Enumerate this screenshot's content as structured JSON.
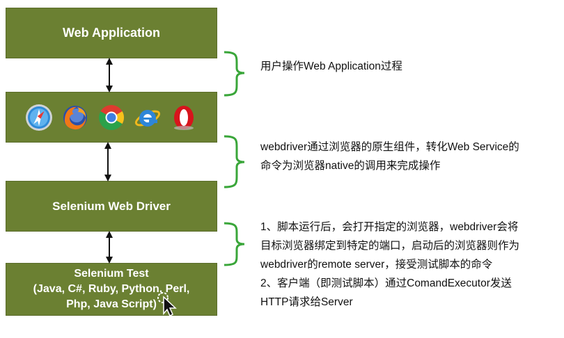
{
  "boxes": {
    "web_application": "Web Application",
    "selenium_web_driver": "Selenium Web Driver",
    "selenium_test_title": "Selenium Test",
    "selenium_test_line2": "(Java, C#, Ruby, Python, Perl,",
    "selenium_test_line3": "Php, Java Script)"
  },
  "browser_icons": [
    "safari-icon",
    "firefox-icon",
    "chrome-icon",
    "ie-icon",
    "opera-icon"
  ],
  "notes": {
    "note1": "用户操作Web Application过程",
    "note2_line1": "webdriver通过浏览器的原生组件，转化Web Service的",
    "note2_line2": "命令为浏览器native的调用来完成操作",
    "note3_line1": "1、脚本运行后，会打开指定的浏览器，webdriver会将",
    "note3_line2": "目标浏览器绑定到特定的端口，启动后的浏览器则作为",
    "note3_line3": "webdriver的remote server，接受测试脚本的命令",
    "note3_line4": "2、客户端（即测试脚本）通过ComandExecutor发送",
    "note3_line5": "HTTP请求给Server"
  },
  "colors": {
    "box_fill": "#6b8032",
    "bracket": "#3aa63a",
    "arrow": "#111111"
  }
}
